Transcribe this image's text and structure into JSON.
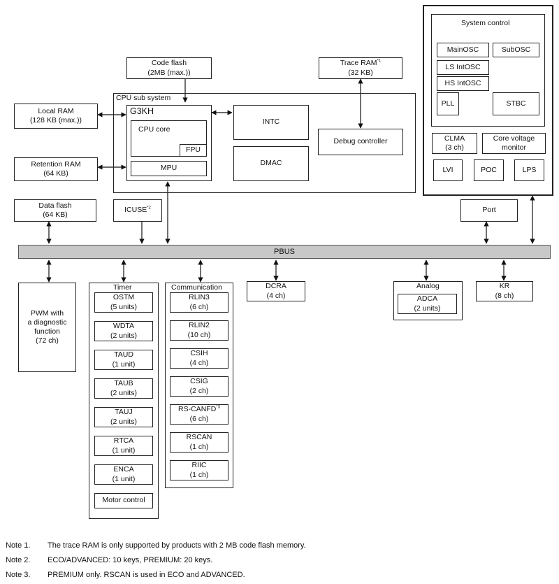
{
  "cpu_subsystem": {
    "title": "CPU sub system",
    "core_name": "G3KH"
  },
  "code_flash": [
    "Code flash",
    "(2MB (max.))"
  ],
  "trace_ram": {
    "label": "Trace RAM",
    "note_mark": "*1",
    "size": "(32 KB)"
  },
  "local_ram": [
    "Local RAM",
    "(128 KB (max.))"
  ],
  "retention_ram": [
    "Retention RAM",
    "(64 KB)"
  ],
  "data_flash": [
    "Data flash",
    "(64 KB)"
  ],
  "icuse": {
    "label": "ICUSE",
    "note_mark": "*2"
  },
  "cpu_core": "CPU core",
  "fpu": "FPU",
  "mpu": "MPU",
  "intc": "INTC",
  "dmac": "DMAC",
  "debug_controller": "Debug controller",
  "system_control": {
    "title": "System control",
    "main_osc": "MainOSC",
    "sub_osc": "SubOSC",
    "ls_intosc": "LS IntOSC",
    "hs_intosc": "HS IntOSC",
    "pll": "PLL",
    "stbc": "STBC",
    "clma": [
      "CLMA",
      "(3 ch)"
    ],
    "core_voltage_monitor": [
      "Core voltage",
      "monitor"
    ],
    "lvi": "LVI",
    "poc": "POC",
    "lps": "LPS"
  },
  "port": "Port",
  "pbus": "PBUS",
  "pwm": [
    "PWM with",
    "a diagnostic",
    "function",
    "(72 ch)"
  ],
  "timer": {
    "title": "Timer",
    "items": [
      [
        "OSTM",
        "(5 units)"
      ],
      [
        "WDTA",
        "(2 units)"
      ],
      [
        "TAUD",
        "(1 unit)"
      ],
      [
        "TAUB",
        "(2 units)"
      ],
      [
        "TAUJ",
        "(2 units)"
      ],
      [
        "RTCA",
        "(1 unit)"
      ],
      [
        "ENCA",
        "(1 unit)"
      ],
      [
        "Motor control",
        ""
      ]
    ]
  },
  "communication": {
    "title": "Communication",
    "items": [
      [
        "RLIN3",
        "(6 ch)"
      ],
      [
        "RLIN2",
        "(10 ch)"
      ],
      [
        "CSIH",
        "(4 ch)"
      ],
      [
        "CSIG",
        "(2 ch)"
      ],
      [
        "RS-CANFD",
        "(6 ch)"
      ],
      [
        "RSCAN",
        "(1 ch)"
      ],
      [
        "RIIC",
        "(1 ch)"
      ]
    ],
    "rscanfd_note_mark": "*3"
  },
  "dcra": [
    "DCRA",
    "(4 ch)"
  ],
  "analog": {
    "title": "Analog",
    "adca": [
      "ADCA",
      "(2 units)"
    ]
  },
  "kr": [
    "KR",
    "(8 ch)"
  ],
  "notes": [
    {
      "num": "Note 1.",
      "text": "The trace RAM is only supported by products with 2 MB code flash memory."
    },
    {
      "num": "Note 2.",
      "text": "ECO/ADVANCED: 10 keys, PREMIUM: 20 keys."
    },
    {
      "num": "Note 3.",
      "text": "PREMIUM only. RSCAN is used in ECO and ADVANCED."
    }
  ]
}
